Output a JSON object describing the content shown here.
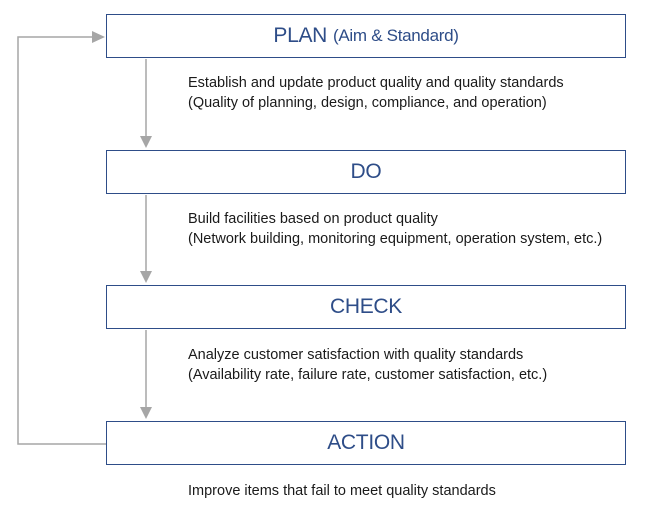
{
  "diagram": {
    "type": "PDCA cycle flowchart",
    "colors": {
      "box_border": "#2e4d88",
      "box_text": "#2e4d88",
      "connector": "#a6a6a6",
      "body_text": "#1a1a1a"
    },
    "steps": [
      {
        "title": "PLAN",
        "subtitle": "(Aim & Standard)",
        "description": [
          "Establish and update product quality and quality standards",
          "(Quality of planning, design, compliance, and operation)"
        ]
      },
      {
        "title": "DO",
        "subtitle": "",
        "description": [
          "Build facilities based on product quality",
          "(Network building, monitoring equipment, operation system, etc.)"
        ]
      },
      {
        "title": "CHECK",
        "subtitle": "",
        "description": [
          "Analyze customer satisfaction with quality standards",
          "(Availability rate, failure rate, customer satisfaction, etc.)"
        ]
      },
      {
        "title": "ACTION",
        "subtitle": "",
        "description": [
          "Improve items that fail to meet quality standards"
        ]
      }
    ],
    "connectors": [
      {
        "from": "PLAN",
        "to": "DO"
      },
      {
        "from": "DO",
        "to": "CHECK"
      },
      {
        "from": "CHECK",
        "to": "ACTION"
      },
      {
        "from": "ACTION",
        "to": "PLAN",
        "style": "feedback loop on left"
      }
    ]
  }
}
